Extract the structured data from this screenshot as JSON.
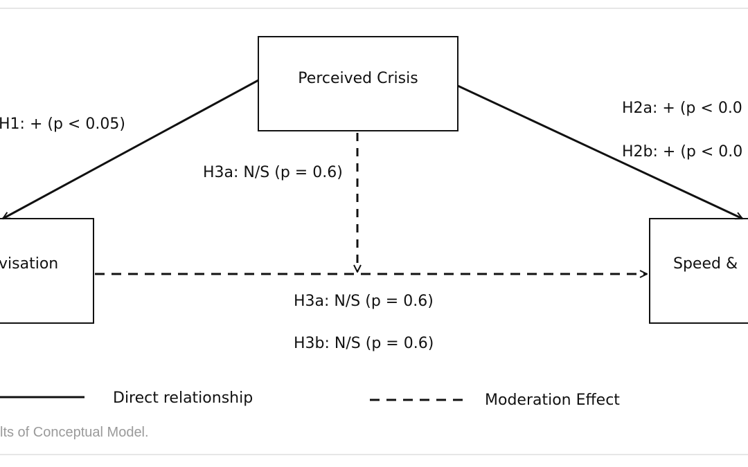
{
  "nodes": {
    "top": "Perceived Crisis",
    "left": "visation",
    "right": "Speed &"
  },
  "edges": {
    "h1": "H1: + (p < 0.05)",
    "h2a": "H2a: + (p < 0.0",
    "h2b": "H2b: + (p < 0.0",
    "h3a_vertical": "H3a: N/S (p = 0.6)",
    "h3a_horizontal": "H3a: N/S (p = 0.6)",
    "h3b_horizontal": "H3b: N/S (p = 0.6)"
  },
  "legend": {
    "direct": "Direct  relationship",
    "moderation": "Moderation Effect"
  },
  "caption": "lts of Conceptual Model."
}
